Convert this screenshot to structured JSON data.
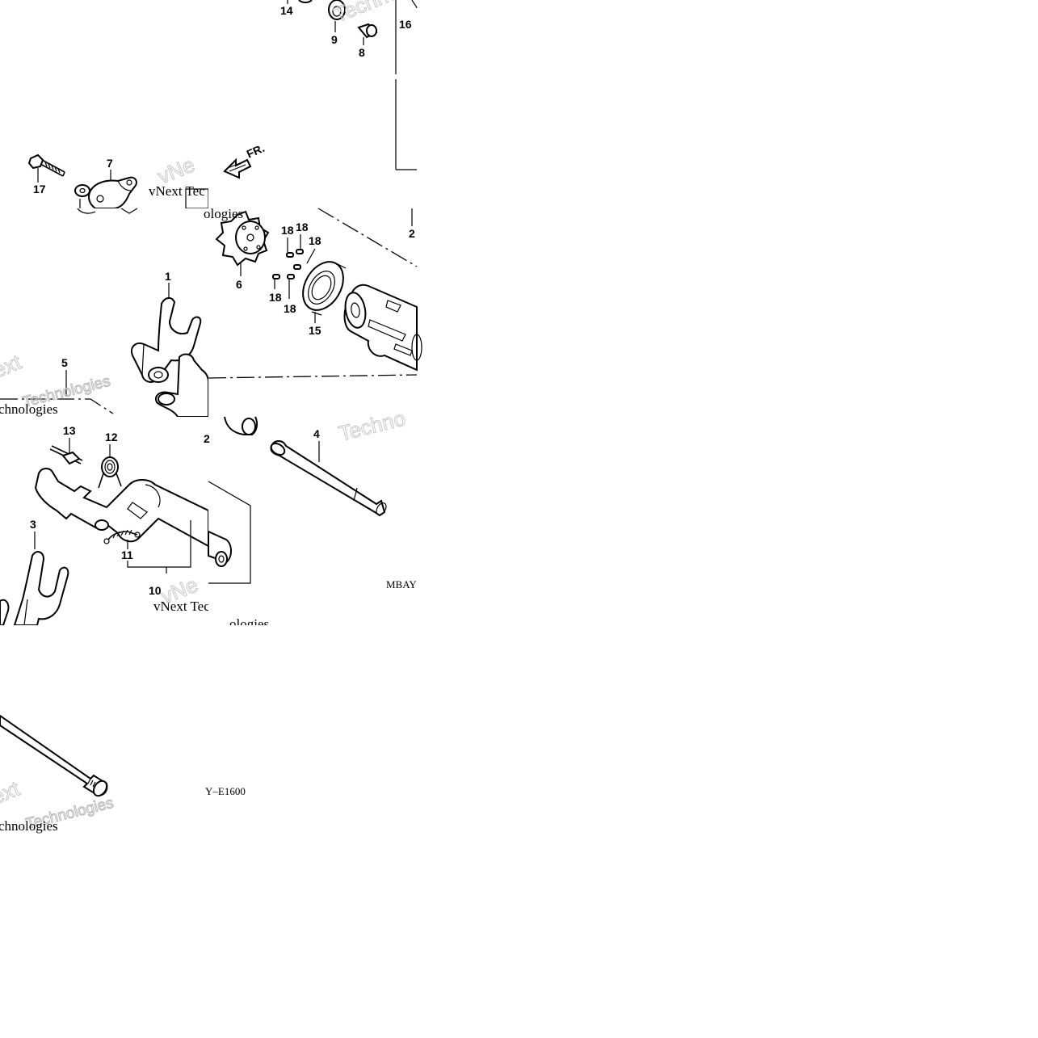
{
  "parts": {
    "p1": "1",
    "p2": "2",
    "p3": "3",
    "p4": "4",
    "p5": "5",
    "p6": "6",
    "p7": "7",
    "p8": "8",
    "p9": "9",
    "p10": "10",
    "p11": "11",
    "p12": "12",
    "p13": "13",
    "p14": "14",
    "p15": "15",
    "p16": "16",
    "p17": "17",
    "p18": "18"
  },
  "direction_marker": "FR.",
  "diagram_codes": {
    "upper": "MBAY",
    "lower": "Y–E1600"
  },
  "watermarks": {
    "brand": "vNext Tec",
    "technologies": "Technologies",
    "techno": "Techno",
    "chnologies": "chnologies",
    "ext": "ext",
    "vne": "vNe",
    "ologies": "ologies"
  }
}
